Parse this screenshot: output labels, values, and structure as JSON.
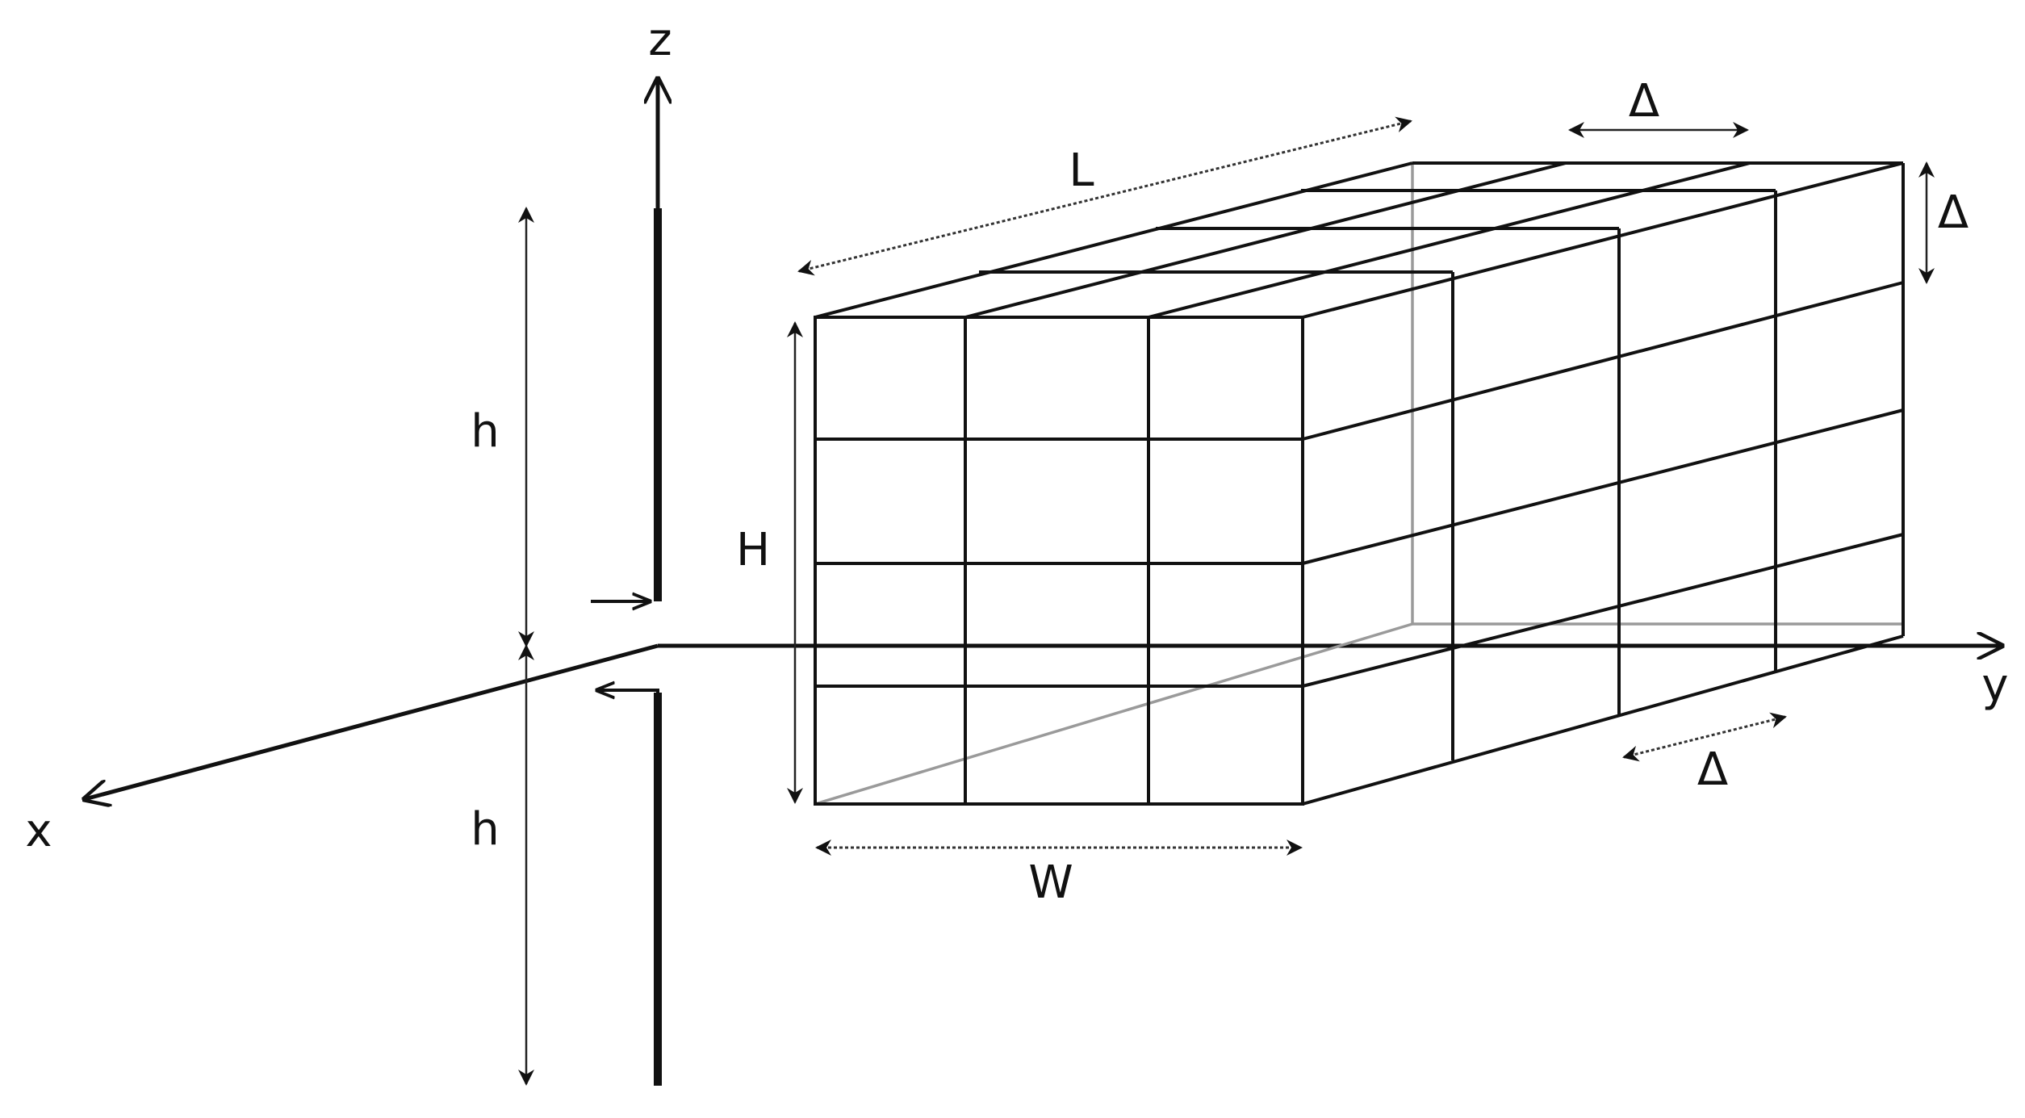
{
  "labels": {
    "z": "z",
    "x": "x",
    "y": "y",
    "h_top": "h",
    "h_bottom": "h",
    "H": "H",
    "L": "L",
    "W": "W",
    "delta_top": "Δ",
    "delta_right": "Δ",
    "delta_bottom": "Δ"
  }
}
